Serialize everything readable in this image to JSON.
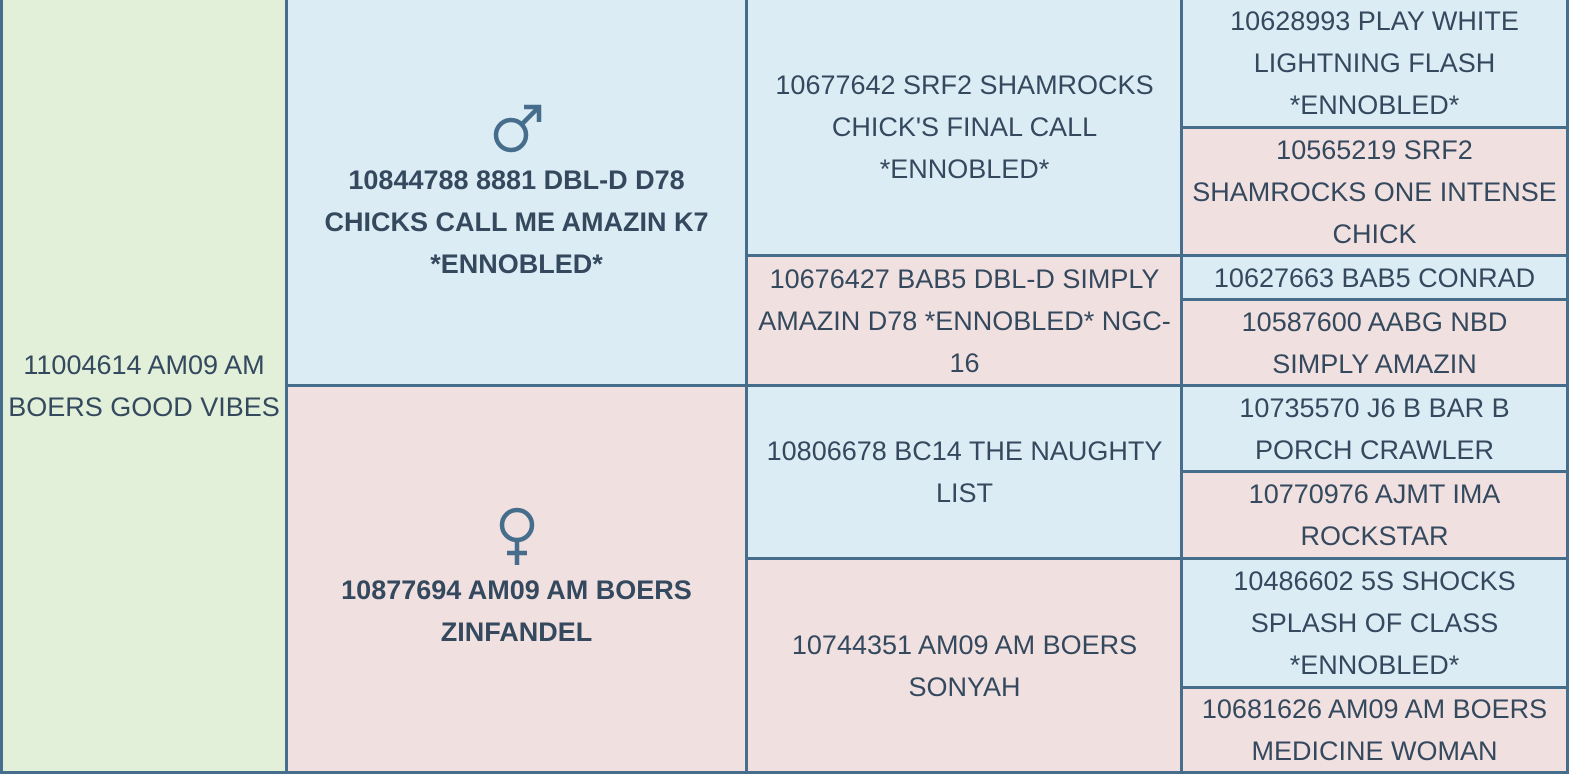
{
  "subject": {
    "label": "11004614 AM09 AM BOERS GOOD VIBES"
  },
  "sire": {
    "label": "10844788 8881 DBL-D D78 CHICKS CALL ME AMAZIN K7 *ENNOBLED*",
    "icon": "male-symbol-icon"
  },
  "dam": {
    "label": "10877694 AM09 AM BOERS ZINFANDEL",
    "icon": "female-symbol-icon"
  },
  "grandparents": [
    {
      "label": "10677642 SRF2 SHAMROCKS CHICK'S FINAL CALL *ENNOBLED*",
      "sex": "male"
    },
    {
      "label": "10676427 BAB5 DBL-D SIMPLY AMAZIN D78 *ENNOBLED* NGC-16",
      "sex": "female"
    },
    {
      "label": "10806678 BC14 THE NAUGHTY LIST",
      "sex": "male"
    },
    {
      "label": "10744351 AM09 AM BOERS SONYAH",
      "sex": "female"
    }
  ],
  "great_grandparents": [
    {
      "label": "10628993 PLAY WHITE LIGHTNING FLASH *ENNOBLED*",
      "sex": "male"
    },
    {
      "label": "10565219 SRF2 SHAMROCKS ONE INTENSE CHICK",
      "sex": "female"
    },
    {
      "label": "10627663 BAB5 CONRAD",
      "sex": "male"
    },
    {
      "label": "10587600 AABG NBD SIMPLY AMAZIN",
      "sex": "female"
    },
    {
      "label": "10735570 J6 B BAR B PORCH CRAWLER",
      "sex": "male"
    },
    {
      "label": "10770976 AJMT IMA ROCKSTAR",
      "sex": "female"
    },
    {
      "label": "10486602 5S SHOCKS SPLASH OF CLASS *ENNOBLED*",
      "sex": "male"
    },
    {
      "label": "10681626 AM09 AM BOERS MEDICINE WOMAN",
      "sex": "female"
    }
  ],
  "colors": {
    "male_bg": "#dcecf5",
    "female_bg": "#f1e0e0",
    "subject_bg": "#e2efd9",
    "border": "#466d8c",
    "text": "#34495e"
  }
}
